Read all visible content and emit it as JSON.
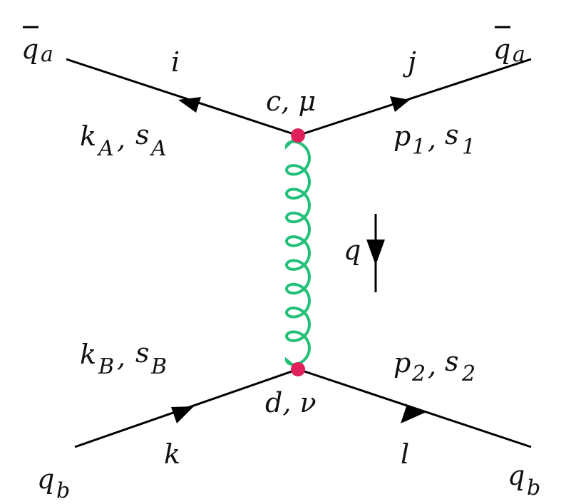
{
  "colors": {
    "line": "#000000",
    "gluon": "#22c07a",
    "vertex": "#e0205a"
  },
  "diagram": {
    "corners": {
      "top_left": {
        "base": "q",
        "bar": true,
        "sub": "a"
      },
      "top_right": {
        "base": "q",
        "bar": true,
        "sub": "a"
      },
      "bottom_left": {
        "base": "q",
        "bar": false,
        "sub": "b"
      },
      "bottom_right": {
        "base": "q",
        "bar": false,
        "sub": "b"
      }
    },
    "color_indices": {
      "top_left": "i",
      "top_right": "j",
      "bottom_left": "k",
      "bottom_right": "l"
    },
    "top_vertex_label": "c, μ",
    "bottom_vertex_label": "d, ν",
    "momentum_top_left": {
      "k": "k",
      "k_sub": "A",
      "s": "s",
      "s_sub": "A"
    },
    "momentum_top_right": {
      "p": "p",
      "p_sub": "1",
      "s": "s",
      "s_sub": "1"
    },
    "momentum_bottom_left": {
      "k": "k",
      "k_sub": "B",
      "s": "s",
      "s_sub": "B"
    },
    "momentum_bottom_right": {
      "p": "p",
      "p_sub": "2",
      "s": "s",
      "s_sub": "2"
    },
    "gluon_momentum": "q",
    "comma": ","
  }
}
